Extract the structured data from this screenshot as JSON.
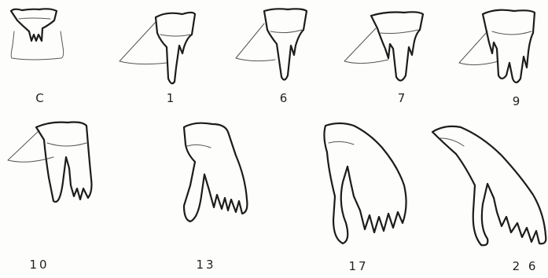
{
  "figure": {
    "labels": [
      "C",
      "1",
      "6",
      "7",
      "9",
      "10",
      "13",
      "17",
      "2 6"
    ]
  }
}
